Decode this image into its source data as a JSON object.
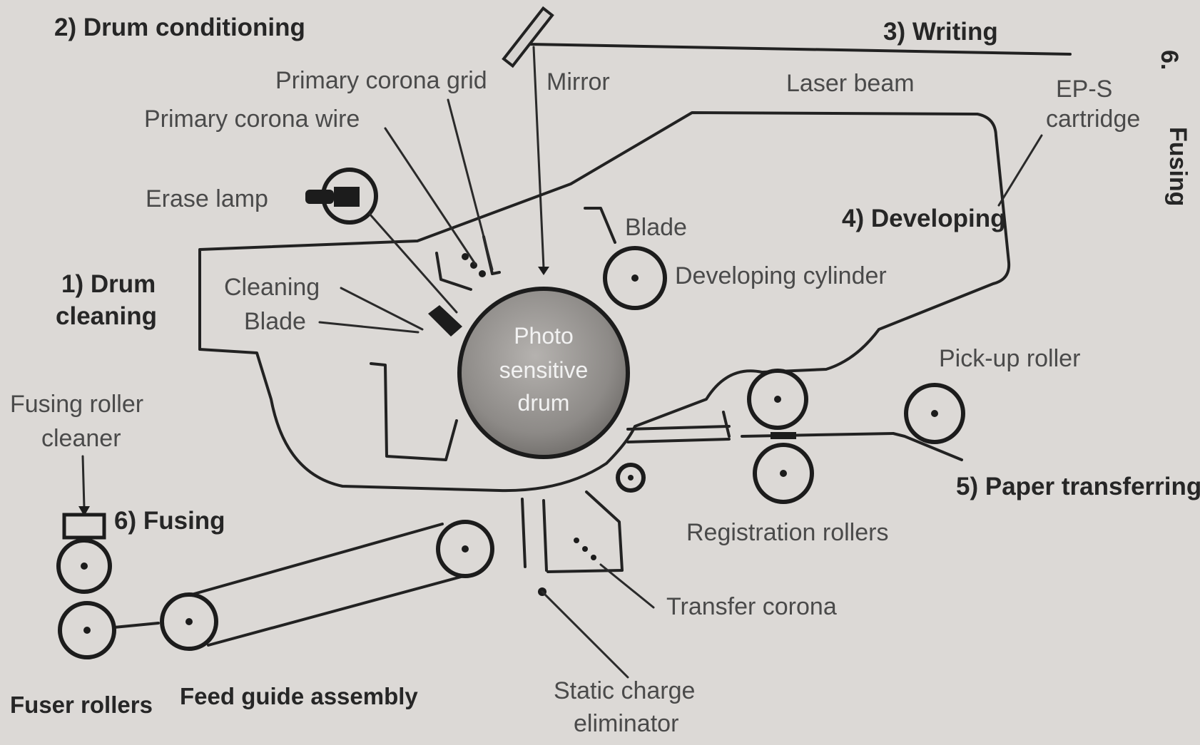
{
  "steps": {
    "drum_conditioning": "2) Drum conditioning",
    "writing": "3) Writing",
    "developing": "4) Developing",
    "drum_cleaning_line1": "1) Drum",
    "drum_cleaning_line2": "cleaning",
    "fusing": "6) Fusing",
    "paper_transferring": "5) Paper transferring"
  },
  "labels": {
    "primary_corona_grid": "Primary corona grid",
    "mirror": "Mirror",
    "laser_beam": "Laser beam",
    "ep_s_line1": "EP-S",
    "ep_s_line2": "cartridge",
    "primary_corona_wire": "Primary corona wire",
    "erase_lamp": "Erase lamp",
    "blade_top": "Blade",
    "developing_cylinder": "Developing cylinder",
    "cleaning": "Cleaning",
    "blade_cleaning": "Blade",
    "drum_line1": "Photo",
    "drum_line2": "sensitive",
    "drum_line3": "drum",
    "pick_up_roller": "Pick-up roller",
    "fusing_roller_cleaner_line1": "Fusing roller",
    "fusing_roller_cleaner_line2": "cleaner",
    "registration_rollers": "Registration rollers",
    "transfer_corona": "Transfer corona",
    "fuser_rollers": "Fuser rollers",
    "feed_guide_assembly": "Feed guide assembly",
    "static_line1": "Static charge",
    "static_line2": "eliminator"
  },
  "page_margin": {
    "number": "6.",
    "word": "Fusing"
  }
}
